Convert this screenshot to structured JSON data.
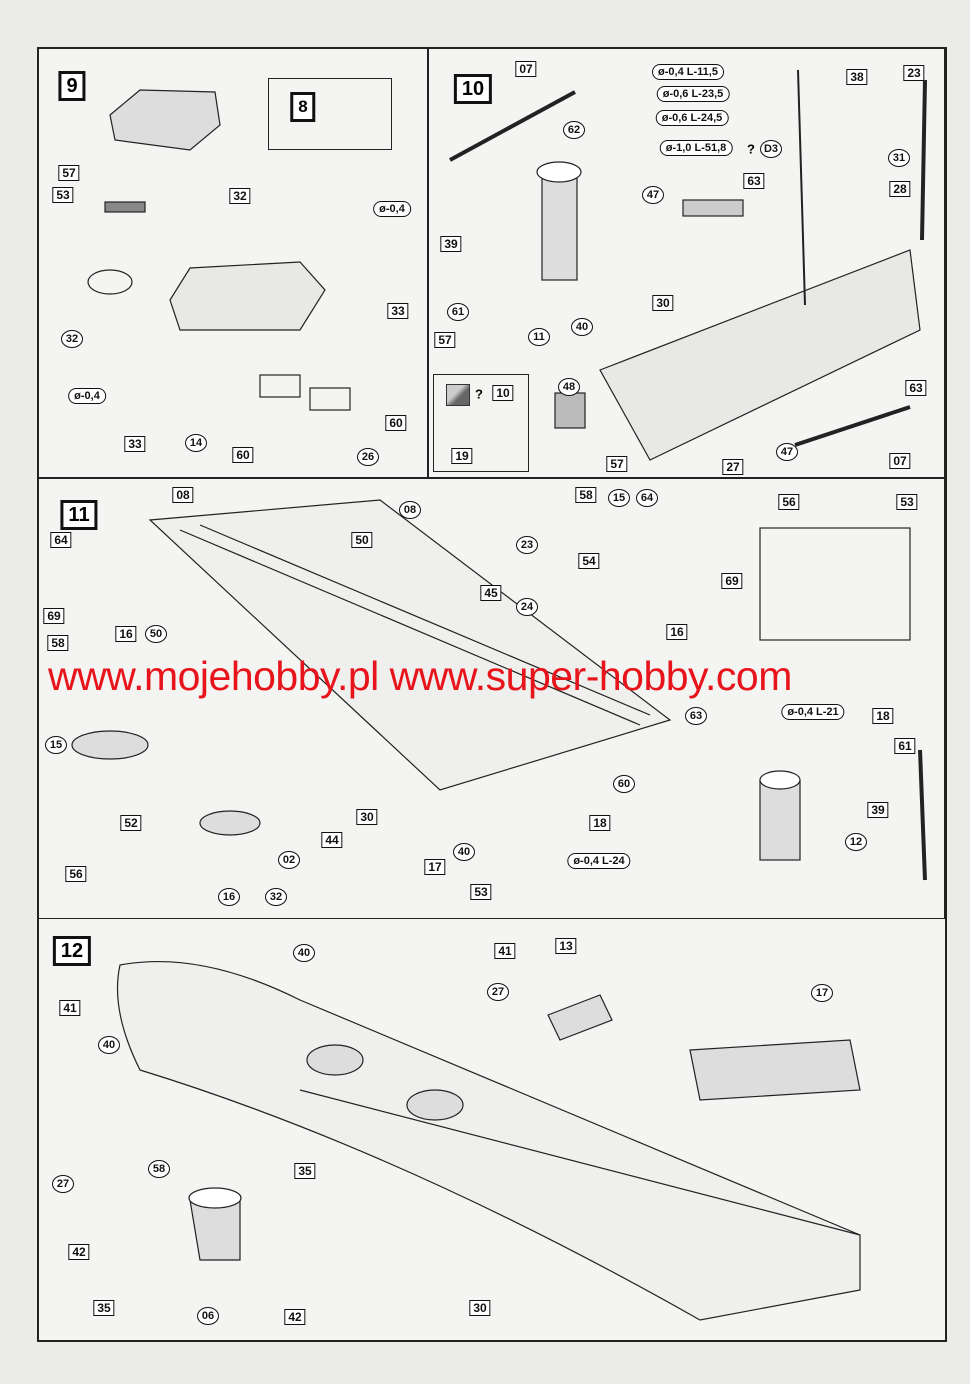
{
  "steps": {
    "s9": "9",
    "s8": "8",
    "s10": "10",
    "s11": "11",
    "s12": "12"
  },
  "watermark": "www.mojehobby.pl www.super-hobby.com",
  "p9": [
    "57",
    "53",
    "32",
    "ø-0,4",
    "33",
    "32",
    "ø-0,4",
    "33",
    "14",
    "60",
    "60",
    "26"
  ],
  "p10": [
    "07",
    "ø-0,4 L-11,5",
    "ø-0,6 L-23,5",
    "ø-0,6 L-24,5",
    "ø-1,0 L-51,8",
    "?",
    "D3",
    "38",
    "23",
    "62",
    "31",
    "28",
    "63",
    "47",
    "39",
    "30",
    "61",
    "40",
    "11",
    "57",
    "48",
    "63",
    "?",
    "10",
    "19",
    "57",
    "27",
    "47",
    "07"
  ],
  "p11": [
    "08",
    "08",
    "50",
    "23",
    "58",
    "15",
    "64",
    "56",
    "53",
    "64",
    "54",
    "45",
    "24",
    "69",
    "69",
    "58",
    "16",
    "50",
    "16",
    "63",
    "ø-0,4 L-21",
    "18",
    "61",
    "15",
    "60",
    "39",
    "52",
    "44",
    "30",
    "18",
    "12",
    "40",
    "02",
    "ø-0,4 L-24",
    "17",
    "56",
    "16",
    "32",
    "53"
  ],
  "p12": [
    "40",
    "41",
    "13",
    "17",
    "27",
    "41",
    "40",
    "58",
    "35",
    "27",
    "42",
    "35",
    "06",
    "42",
    "30"
  ]
}
